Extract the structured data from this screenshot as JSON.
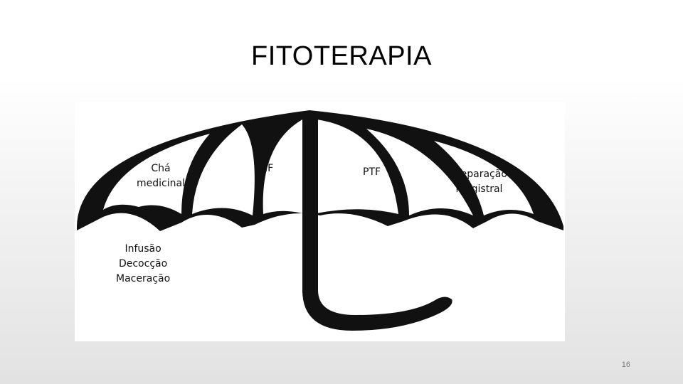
{
  "slide": {
    "title": "FITOTERAPIA",
    "page_number": "16"
  },
  "diagram": {
    "labels": {
      "cha_medicinal": [
        "Chá",
        "medicinal"
      ],
      "mf": "MF",
      "ptf": "PTF",
      "preparacao_magistral": [
        "Preparação",
        "magistral"
      ],
      "preparos": [
        "Infusão",
        "Decocção",
        "Maceração"
      ]
    },
    "colors": {
      "umbrella": "#111111",
      "panel": "#ffffff"
    }
  }
}
